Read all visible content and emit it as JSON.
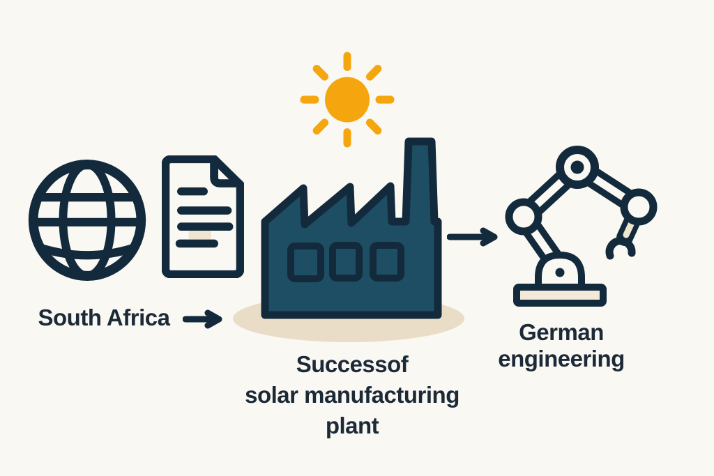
{
  "title": "South Africa to German engineering solar manufacturing flow illustration",
  "labels": {
    "south_africa": "South Africa",
    "center_line1": "Successof",
    "center_line2": "solar manufacturing",
    "center_line3": "plant",
    "right_line1": "German",
    "right_line2": "engineering"
  },
  "icons": {
    "globe": "globe-icon",
    "document": "document-icon",
    "sun": "sun-icon",
    "factory": "factory-icon",
    "arrow_left": "arrow-right-icon",
    "arrow_right": "arrow-right-icon",
    "robot_arm": "robot-arm-icon",
    "ground_shadow": "ground-shadow-ellipse"
  },
  "colors": {
    "background": "#FAF8F3",
    "ink": "#132A3C",
    "text": "#1C2A38",
    "teal": "#1E4E63",
    "orange": "#F5A60F",
    "shadow": "#EADDC7",
    "plate": "#F2E9D8",
    "patch": "#EFE5D0"
  }
}
